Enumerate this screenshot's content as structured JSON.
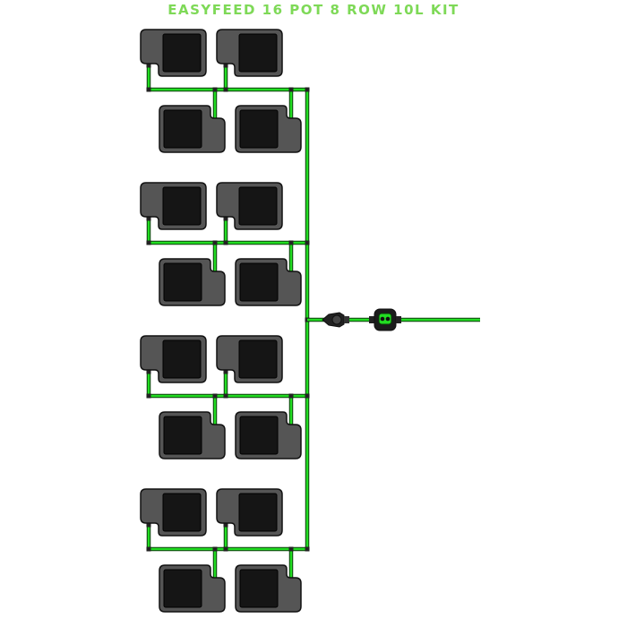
{
  "title": "EASYFEED 16 POT 8 ROW 10L KIT",
  "colors": {
    "title": "#7ed957",
    "tube": "#22dd22",
    "tube_outline": "#0a3a0a",
    "pot_body": "#555555",
    "pot_inner": "#151515",
    "pot_outline": "#111111",
    "fitting": "#222222"
  },
  "components": {
    "pots": 16,
    "rows": 8,
    "pot_size": "10L",
    "icons": [
      "pot-icon",
      "pipe-connector-icon",
      "inline-filter-icon",
      "feed-line-icon"
    ]
  }
}
